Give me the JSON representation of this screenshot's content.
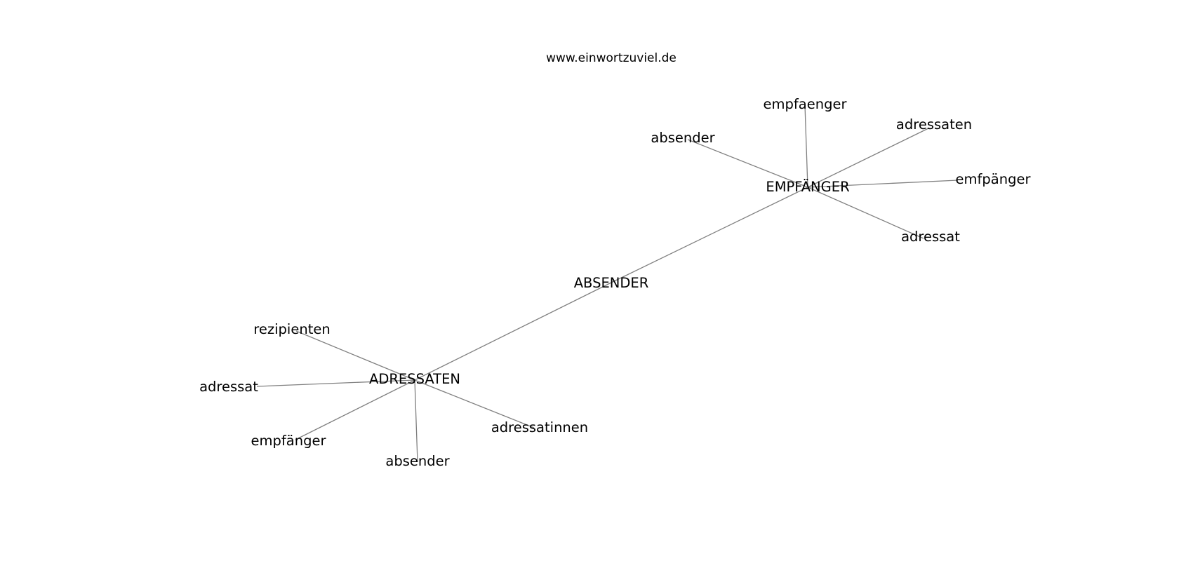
{
  "header": {
    "site_url": "www.einwortzuviel.de"
  },
  "graph": {
    "edge_color": "#808080",
    "label_color": "#000000",
    "nodes": {
      "absender_main": "ABSENDER",
      "empfaenger_main": "EMPFÄNGER",
      "adressaten_main": "ADRESSATEN",
      "e_absender": "absender",
      "e_empfaenger": "empfaenger",
      "e_adressaten": "adressaten",
      "e_emfpaenger": "emfpänger",
      "e_adressat": "adressat",
      "a_rezipienten": "rezipienten",
      "a_adressat": "adressat",
      "a_empfaenger": "empfänger",
      "a_absender": "absender",
      "a_adressatinnen": "adressatinnen"
    },
    "edges": [
      [
        "absender_main",
        "empfaenger_main"
      ],
      [
        "absender_main",
        "adressaten_main"
      ],
      [
        "empfaenger_main",
        "e_absender"
      ],
      [
        "empfaenger_main",
        "e_empfaenger"
      ],
      [
        "empfaenger_main",
        "e_adressaten"
      ],
      [
        "empfaenger_main",
        "e_emfpaenger"
      ],
      [
        "empfaenger_main",
        "e_adressat"
      ],
      [
        "adressaten_main",
        "a_rezipienten"
      ],
      [
        "adressaten_main",
        "a_adressat"
      ],
      [
        "adressaten_main",
        "a_empfaenger"
      ],
      [
        "adressaten_main",
        "a_absender"
      ],
      [
        "adressaten_main",
        "a_adressatinnen"
      ]
    ]
  }
}
